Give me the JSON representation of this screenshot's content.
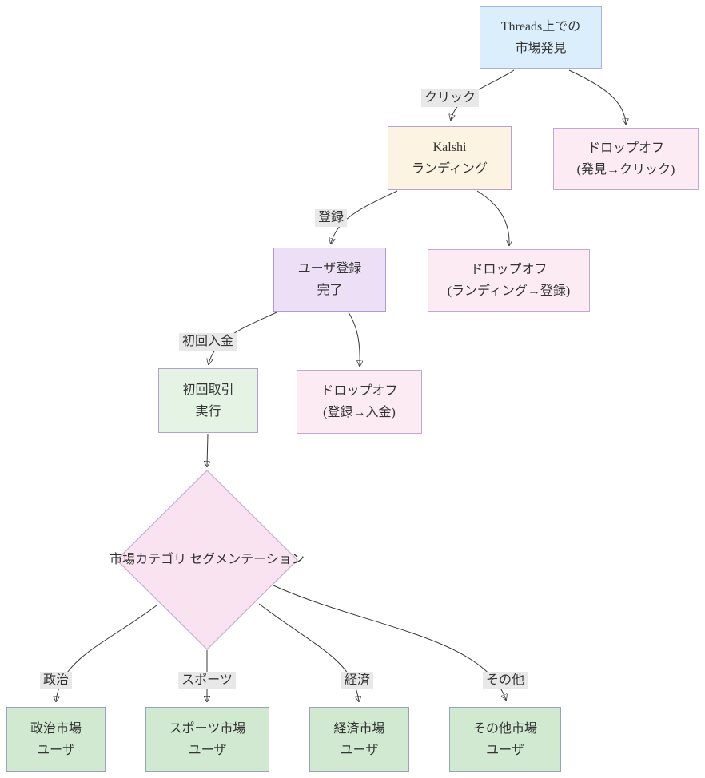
{
  "nodes": {
    "discovery": {
      "line1": "Threads上での",
      "line2": "市場発見"
    },
    "kalshi": {
      "line1": "Kalshi",
      "line2": "ランディング"
    },
    "dropoff_discovery": {
      "line1": "ドロップオフ",
      "line2": "(発見→クリック)"
    },
    "registration": {
      "line1": "ユーザ登録",
      "line2": "完了"
    },
    "dropoff_landing": {
      "line1": "ドロップオフ",
      "line2": "(ランディング→登録)"
    },
    "first_trade": {
      "line1": "初回取引",
      "line2": "実行"
    },
    "dropoff_registration": {
      "line1": "ドロップオフ",
      "line2": "(登録→入金)"
    },
    "segmentation": {
      "line1": "市場カテゴリ",
      "line2": "セグメンテーション"
    },
    "politics_users": {
      "line1": "政治市場",
      "line2": "ユーザ"
    },
    "sports_users": {
      "line1": "スポーツ市場",
      "line2": "ユーザ"
    },
    "economy_users": {
      "line1": "経済市場",
      "line2": "ユーザ"
    },
    "other_users": {
      "line1": "その他市場",
      "line2": "ユーザ"
    }
  },
  "edge_labels": {
    "click": "クリック",
    "register": "登録",
    "first_deposit": "初回入金",
    "politics": "政治",
    "sports": "スポーツ",
    "economy": "経済",
    "other": "その他"
  },
  "colors": {
    "discovery_fill": "#dbeefb",
    "discovery_border": "#a8b2da",
    "kalshi_fill": "#fdf3e2",
    "kalshi_border": "#b7a0cf",
    "dropoff_fill": "#fcebf3",
    "dropoff_border": "#c2a8d4",
    "registration_fill": "#ecdff6",
    "registration_border": "#b29bd2",
    "first_trade_fill": "#e4f3e4",
    "first_trade_border": "#b3a0d0",
    "diamond_fill": "#fae3f0",
    "diamond_border": "#c9b2dc",
    "category_fill": "#d0e9d0",
    "category_border": "#99a1bb",
    "edge_color": "#383838",
    "edge_label_bg": "#e8e8e8",
    "text_color": "#333333"
  }
}
